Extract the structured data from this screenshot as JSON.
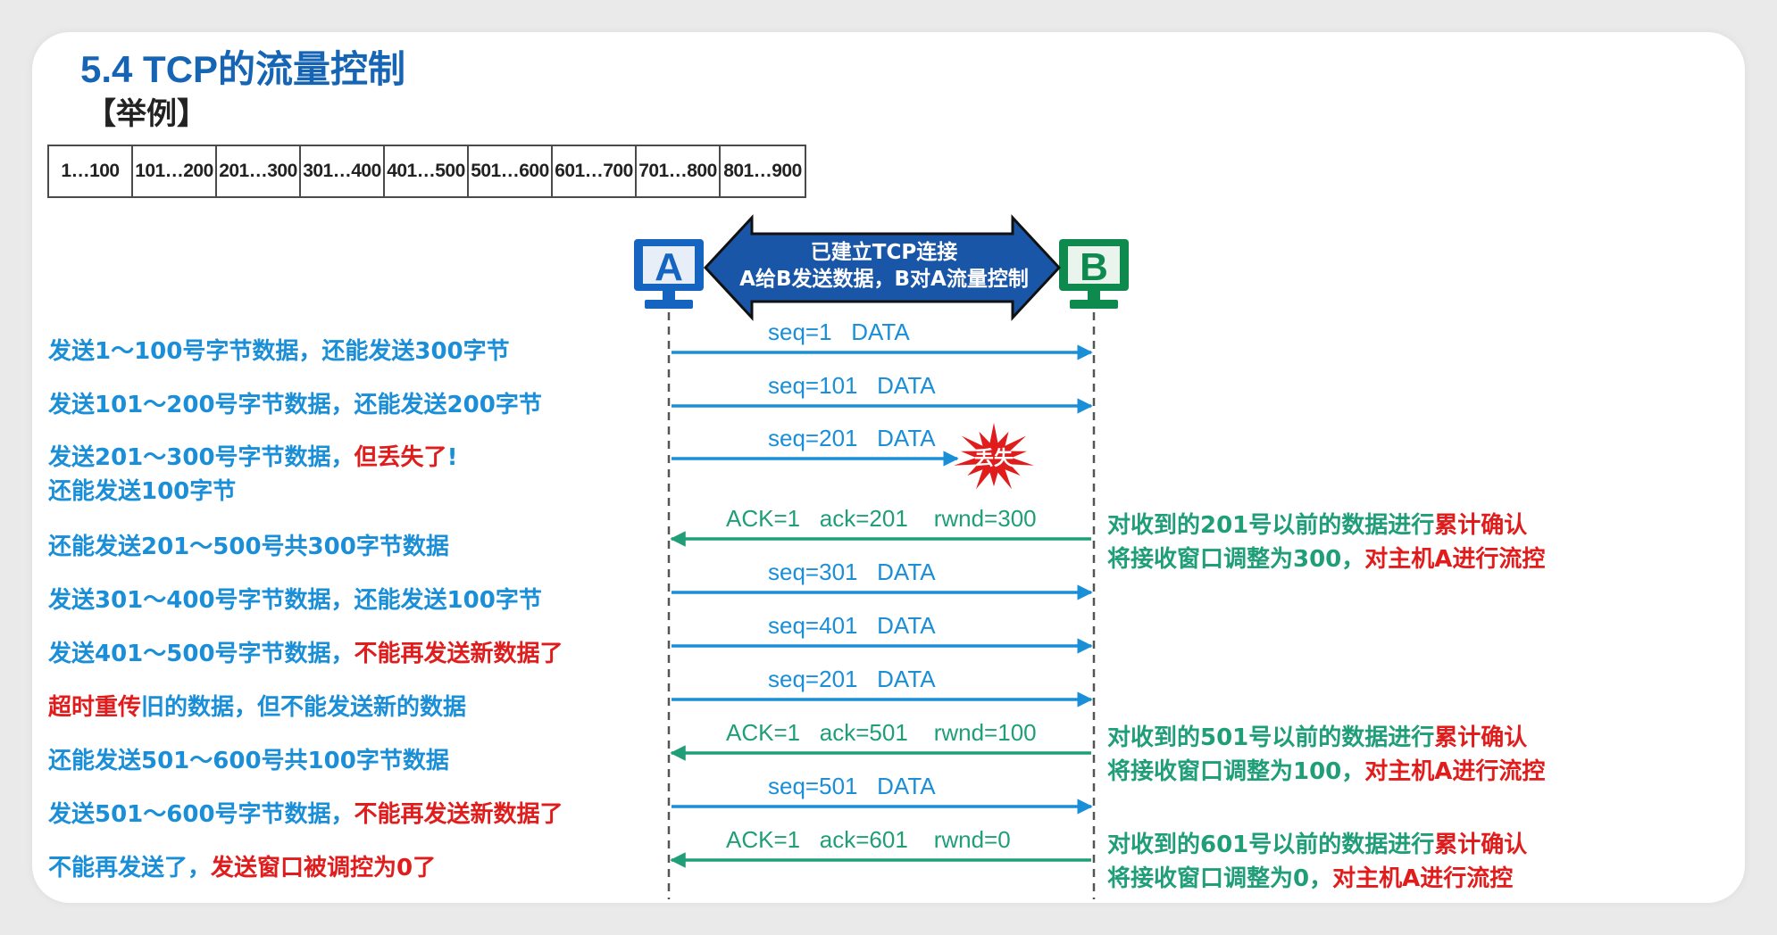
{
  "title": "5.4 TCP的流量控制",
  "subtitle": "【举例】",
  "byte_ranges": [
    "1…100",
    "101…200",
    "201…300",
    "301…400",
    "401…500",
    "501…600",
    "601…700",
    "701…800",
    "801…900"
  ],
  "host_a": "A",
  "host_b": "B",
  "connection": {
    "line1": "已建立TCP连接",
    "line2": "A给B发送数据，B对A流量控制"
  },
  "lost_label": "丢失",
  "steps": [
    {
      "parts": [
        {
          "text": "发送1～100号字节数据，还能发送300字节",
          "color": "blue"
        }
      ]
    },
    {
      "parts": [
        {
          "text": "发送101～200号字节数据，还能发送200字节",
          "color": "blue"
        }
      ]
    },
    {
      "parts": [
        {
          "text": "发送201～300号字节数据，",
          "color": "blue"
        },
        {
          "text": "但丢失了",
          "color": "red"
        },
        {
          "text": "!",
          "color": "blue"
        }
      ],
      "line2": "还能发送100字节"
    },
    {
      "parts": [
        {
          "text": "还能发送201～500号共300字节数据",
          "color": "blue"
        }
      ]
    },
    {
      "parts": [
        {
          "text": "发送301～400号字节数据，还能发送100字节",
          "color": "blue"
        }
      ]
    },
    {
      "parts": [
        {
          "text": "发送401～500号字节数据，",
          "color": "blue"
        },
        {
          "text": "不能再发送新数据了",
          "color": "red"
        }
      ]
    },
    {
      "parts": [
        {
          "text": "超时重传",
          "color": "red"
        },
        {
          "text": "旧的数据，但不能发送新的数据",
          "color": "blue"
        }
      ]
    },
    {
      "parts": [
        {
          "text": "还能发送501～600号共100字节数据",
          "color": "blue"
        }
      ]
    },
    {
      "parts": [
        {
          "text": "发送501～600号字节数据，",
          "color": "blue"
        },
        {
          "text": "不能再发送新数据了",
          "color": "red"
        }
      ]
    },
    {
      "parts": [
        {
          "text": "不能再发送了，",
          "color": "blue"
        },
        {
          "text": "发送窗口被调控为0了",
          "color": "red"
        }
      ]
    }
  ],
  "messages": [
    {
      "dir": "a_to_b",
      "label": "seq=1   DATA",
      "lost": false
    },
    {
      "dir": "a_to_b",
      "label": "seq=101   DATA",
      "lost": false
    },
    {
      "dir": "a_to_b",
      "label": "seq=201   DATA",
      "lost": true
    },
    {
      "dir": "b_to_a",
      "label": "ACK=1   ack=201    rwnd=300",
      "lost": false
    },
    {
      "dir": "a_to_b",
      "label": "seq=301   DATA",
      "lost": false
    },
    {
      "dir": "a_to_b",
      "label": "seq=401   DATA",
      "lost": false
    },
    {
      "dir": "a_to_b",
      "label": "seq=201   DATA",
      "lost": false
    },
    {
      "dir": "b_to_a",
      "label": "ACK=1   ack=501    rwnd=100",
      "lost": false
    },
    {
      "dir": "a_to_b",
      "label": "seq=501   DATA",
      "lost": false
    },
    {
      "dir": "b_to_a",
      "label": "ACK=1   ack=601    rwnd=0",
      "lost": false
    }
  ],
  "notes": [
    {
      "line1": [
        {
          "text": "对收到的201号以前的数据进行",
          "color": "green"
        },
        {
          "text": "累计确认",
          "color": "red"
        }
      ],
      "line2": [
        {
          "text": "将接收窗口调整为300，",
          "color": "green"
        },
        {
          "text": "对主机A进行流控",
          "color": "red"
        }
      ]
    },
    {
      "line1": [
        {
          "text": "对收到的501号以前的数据进行",
          "color": "green"
        },
        {
          "text": "累计确认",
          "color": "red"
        }
      ],
      "line2": [
        {
          "text": "将接收窗口调整为100，",
          "color": "green"
        },
        {
          "text": "对主机A进行流控",
          "color": "red"
        }
      ]
    },
    {
      "line1": [
        {
          "text": "对收到的601号以前的数据进行",
          "color": "green"
        },
        {
          "text": "累计确认",
          "color": "red"
        }
      ],
      "line2": [
        {
          "text": "将接收窗口调整为0，",
          "color": "green"
        },
        {
          "text": "对主机A进行流控",
          "color": "red"
        }
      ]
    }
  ],
  "colors": {
    "title": "#1665b5",
    "seq_arrow": "#1a8fd8",
    "ack_arrow": "#1f9e78",
    "emphasis": "#e01c1c",
    "connection_fill": "#1a56a8",
    "host_a_fill": "#1565c0",
    "host_b_fill": "#0f8a4f"
  },
  "icons": [
    "computer-a-icon",
    "computer-b-icon",
    "double-arrow-banner",
    "explosion-icon"
  ]
}
